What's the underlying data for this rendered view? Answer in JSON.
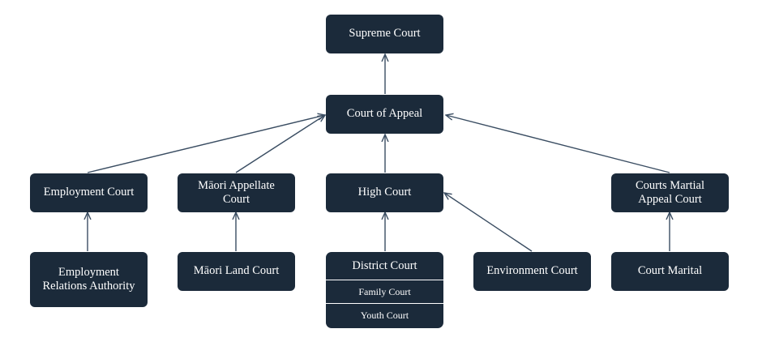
{
  "nodes": {
    "supreme": "Supreme Court",
    "appeal": "Court of Appeal",
    "employment": "Employment Court",
    "maori_appellate": "Māori Appellate Court",
    "high": "High Court",
    "courts_martial_appeal": "Courts Martial Appeal Court",
    "era": "Employment Relations Authority",
    "maori_land": "Māori Land Court",
    "district": "District Court",
    "family": "Family Court",
    "youth": "Youth Court",
    "environment": "Environment Court",
    "court_marital": "Court Marital"
  },
  "colors": {
    "node_fill": "#1b2a3a",
    "edge": "#3a4d62",
    "text": "#ffffff"
  }
}
